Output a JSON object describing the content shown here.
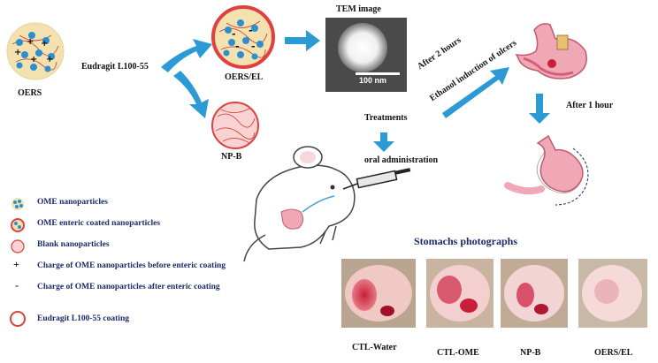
{
  "labels": {
    "oers": "OERS",
    "eudragit_step": "Eudragit L100-55",
    "oers_el": "OERS/EL",
    "np_b": "NP-B",
    "tem_title": "TEM image",
    "scale_bar": "100 nm",
    "treatments": "Treatments",
    "oral_admin": "oral administration",
    "after_2h": "After 2 hours",
    "ethanol": "Ethanol induction of ulcers",
    "after_1h": "After 1 hour",
    "stomach_photos": "Stomachs photographs"
  },
  "legend": [
    {
      "text": "OME nanoparticles"
    },
    {
      "text": "OME enteric coated nanoparticles"
    },
    {
      "text": "Blank nanoparticles"
    },
    {
      "text": "Charge of OME nanoparticles before enteric coating",
      "symbol": "+"
    },
    {
      "text": "Charge of OME nanoparticles after enteric coating",
      "symbol": "-"
    },
    {
      "text": "Eudragit L100-55 coating"
    }
  ],
  "photos": [
    {
      "caption": "CTL-Water"
    },
    {
      "caption": "CTL-OME"
    },
    {
      "caption": "NP-B"
    },
    {
      "caption": "OERS/EL"
    }
  ],
  "colors": {
    "arrow": "#2c9ad4",
    "particle_fill": "#f3e2b0",
    "particle_dot": "#2a90d0",
    "coating_ring": "#e04040",
    "legend_text": "#1a2a6c",
    "stomach_pink": "#f1a8b6"
  }
}
